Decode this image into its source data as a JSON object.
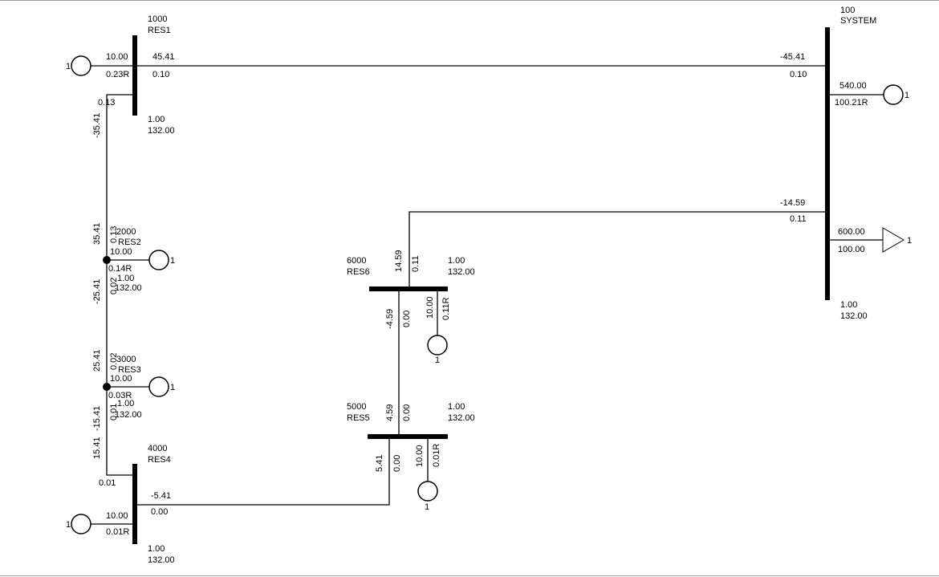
{
  "buses": {
    "b100": {
      "id": "100",
      "name": "SYSTEM",
      "vpu": "1.00",
      "kv": "132.00"
    },
    "b1000": {
      "id": "1000",
      "name": "RES1",
      "vpu": "1.00",
      "kv": "132.00"
    },
    "b2000": {
      "id": "2000",
      "name": "RES2",
      "vpu": "1.00",
      "kv": "132.00"
    },
    "b3000": {
      "id": "3000",
      "name": "RES3",
      "vpu": "1.00",
      "kv": "132.00"
    },
    "b4000": {
      "id": "4000",
      "name": "RES4",
      "vpu": "1.00",
      "kv": "132.00"
    },
    "b5000": {
      "id": "5000",
      "name": "RES5",
      "vpu": "1.00",
      "kv": "132.00"
    },
    "b6000": {
      "id": "6000",
      "name": "RES6",
      "vpu": "1.00",
      "kv": "132.00"
    }
  },
  "generators": {
    "g1000": {
      "id": "1",
      "p": "10.00",
      "q": "0.23R"
    },
    "g2000": {
      "id": "1",
      "p": "10.00",
      "q": "0.14R"
    },
    "g3000": {
      "id": "1",
      "p": "10.00",
      "q": "0.03R"
    },
    "g4000": {
      "id": "1",
      "p": "10.00",
      "q": "0.01R"
    },
    "g5000": {
      "id": "1",
      "p": "10.00",
      "q": "0.01R"
    },
    "g6000": {
      "id": "1",
      "p": "10.00",
      "q": "0.11R"
    },
    "g100": {
      "id": "1",
      "p": "540.00",
      "q": "100.21R"
    }
  },
  "loads": {
    "l100": {
      "id": "1",
      "p": "600.00",
      "q": "100.00"
    }
  },
  "flows": {
    "l1000_100": {
      "p_from": "45.41",
      "q_from": "0.10",
      "p_to": "-45.41",
      "q_to": "0.10"
    },
    "l1000_2000": {
      "p_from": "-35.41",
      "q_from": "0.13",
      "p_to": "35.41",
      "q_to": "0.13"
    },
    "l2000_3000": {
      "p_from": "-25.41",
      "q_from": "0.02",
      "p_to": "25.41",
      "q_to": "0.02"
    },
    "l3000_4000": {
      "p_from": "-15.41",
      "q_from": "0.01",
      "p_to": "15.41",
      "q_to": "0.01"
    },
    "l4000_5000": {
      "p_from": "-5.41",
      "q_from": "0.00",
      "p_to": "5.41",
      "q_to": "0.00"
    },
    "l5000_6000": {
      "p_from": "4.59",
      "q_from": "0.00",
      "p_to": "-4.59",
      "q_to": "0.00"
    },
    "l6000_100": {
      "p_from": "14.59",
      "q_from": "0.11",
      "p_to": "-14.59",
      "q_to": "0.11"
    }
  }
}
